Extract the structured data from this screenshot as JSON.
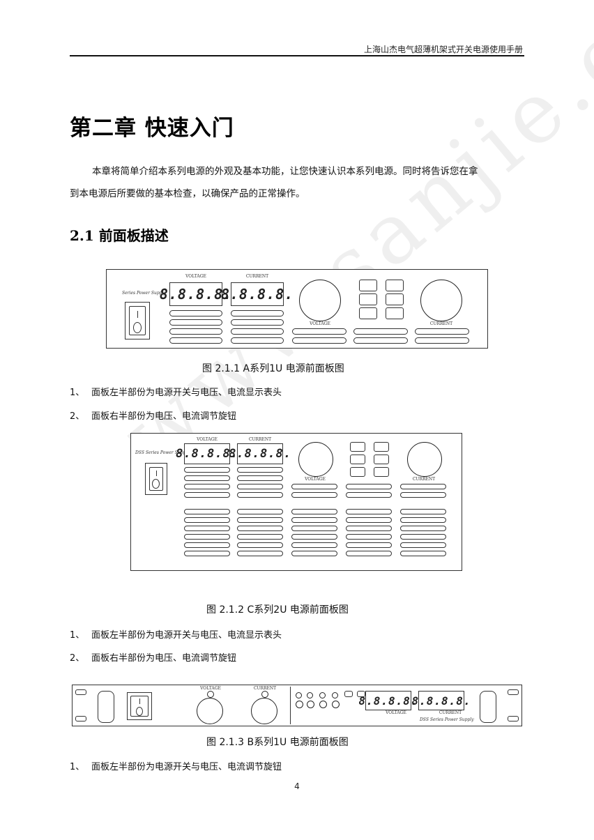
{
  "header": {
    "title": "上海山杰电气超薄机架式开关电源使用手册"
  },
  "chapter": {
    "title": "第二章  快速入门"
  },
  "intro": {
    "line1": "本章将简单介绍本系列电源的外观及基本功能，让您快速认识本系列电源。同时将告诉您在拿",
    "line2": "到本电源后所要做的基本检查，以确保产品的正常操作。"
  },
  "section": {
    "title": "2.1  前面板描述"
  },
  "fig1": {
    "caption": "图 2.1.1 A系列1U   电源前面板图",
    "brand": "Series Power Supply",
    "voltage_label": "VOLTAGE",
    "current_label": "CURRENT",
    "display_v": "8.8.8.8.",
    "display_c": "8.8.8.8.",
    "knob_v_label": "VOLTAGE",
    "knob_c_label": "CURRENT",
    "switch_on": "I",
    "switch_off": "O"
  },
  "list1": [
    {
      "num": "1、",
      "text": "面板左半部份为电源开关与电压、电流显示表头"
    },
    {
      "num": "2、",
      "text": "面板右半部份为电压、电流调节旋钮"
    }
  ],
  "fig2": {
    "caption": "图 2.1.2 C系列2U   电源前面板图",
    "brand": "DSS  Series Power Supply",
    "voltage_label": "VOLTAGE",
    "current_label": "CURRENT",
    "display_v": "8.8.8.8.",
    "display_c": "8.8.8.8.",
    "knob_v_label": "VOLTAGE",
    "knob_c_label": "CURRENT",
    "switch_on": "I",
    "switch_off": "O"
  },
  "list2": [
    {
      "num": "1、",
      "text": "面板左半部份为电源开关与电压、电流显示表头"
    },
    {
      "num": "2、",
      "text": "面板右半部份为电压、电流调节旋钮"
    }
  ],
  "fig3": {
    "caption": "图 2.1.3 B系列1U   电源前面板图",
    "brand": "DSS  Series Power Supply",
    "voltage_label": "VOLTAGE",
    "current_label": "CURRENT",
    "display_v": "8.8.8.8.",
    "display_c": "8.8.8.8.",
    "switch_on": "I",
    "switch_off": "O"
  },
  "list3": [
    {
      "num": "1、",
      "text": "面板左半部份为电源开关与电压、电流调节旋钮"
    }
  ],
  "watermark": "www.sanjie.cn",
  "page_number": "4"
}
